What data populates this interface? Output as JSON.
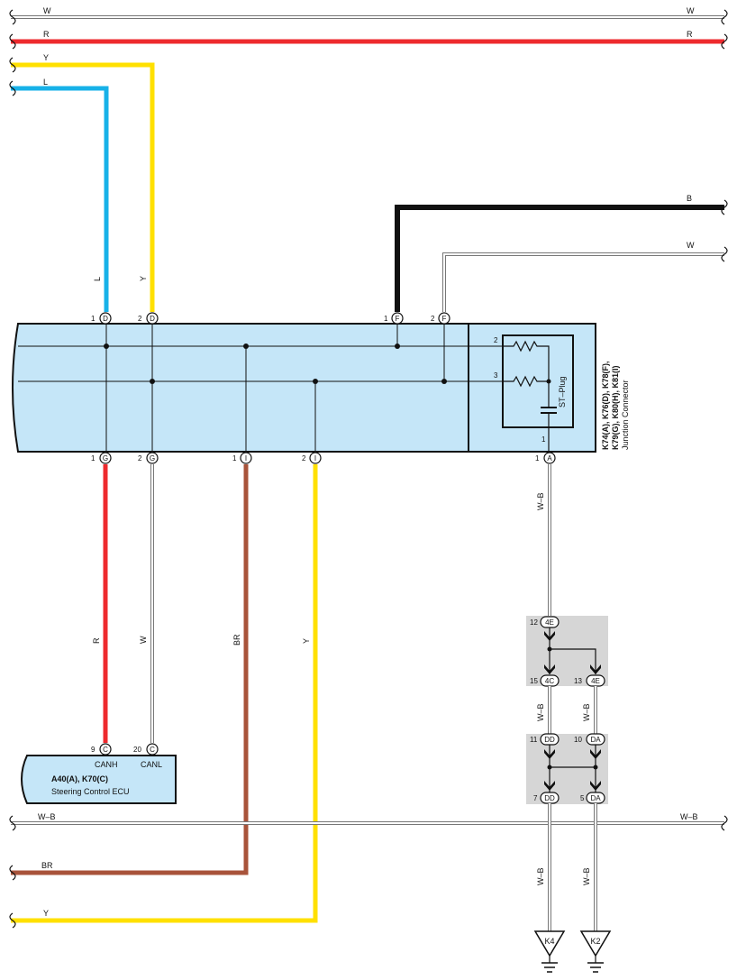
{
  "wires": {
    "top_w": "W",
    "top_r": "R",
    "top_y": "Y",
    "top_l": "L",
    "vert_l": "L",
    "vert_y": "Y",
    "right_b": "B",
    "right_w": "W",
    "out_r": "R",
    "out_w": "W",
    "out_br": "BR",
    "out_y": "Y",
    "ground_wb": "W–B",
    "branch_wb_left": "W–B",
    "branch_wb_right": "W–B",
    "drop_wb_left": "W–B",
    "drop_wb_right": "W–B",
    "bus_wb": "W–B",
    "bottom_br": "BR",
    "bottom_y": "Y"
  },
  "junction_connector": {
    "codes": "K74(A), K76(D), K78(F),",
    "codes2": "K79(G), K80(H), K81(I)",
    "name": "Junction Connector",
    "st_plug": "ST–Plug",
    "pins": {
      "d1": {
        "num": "1",
        "letter": "D"
      },
      "d2": {
        "num": "2",
        "letter": "D"
      },
      "f1": {
        "num": "1",
        "letter": "F"
      },
      "f2": {
        "num": "2",
        "letter": "F"
      },
      "g1": {
        "num": "1",
        "letter": "G"
      },
      "g2": {
        "num": "2",
        "letter": "G"
      },
      "i1": {
        "num": "1",
        "letter": "I"
      },
      "i2": {
        "num": "2",
        "letter": "I"
      },
      "a1": {
        "num": "1",
        "letter": "A"
      }
    },
    "plug_pins": {
      "p2": "2",
      "p3": "3",
      "p1": "1"
    }
  },
  "steering_ecu": {
    "codes": "A40(A), K70(C)",
    "name": "Steering Control ECU",
    "pin_canh": {
      "num": "9",
      "letter": "C",
      "label": "CANH"
    },
    "pin_canl": {
      "num": "20",
      "letter": "C",
      "label": "CANL"
    }
  },
  "splice_1": {
    "top": {
      "num": "12",
      "letter": "4E"
    },
    "left": {
      "num": "15",
      "letter": "4C"
    },
    "right": {
      "num": "13",
      "letter": "4E"
    }
  },
  "splice_2": {
    "top_left": {
      "num": "11",
      "letter": "DD"
    },
    "top_right": {
      "num": "10",
      "letter": "DA"
    },
    "bottom_left": {
      "num": "7",
      "letter": "DD"
    },
    "bottom_right": {
      "num": "5",
      "letter": "DA"
    }
  },
  "grounds": {
    "left": "K4",
    "right": "K2"
  },
  "colors": {
    "red": "#ee2a2e",
    "yellow": "#ffe000",
    "blue": "#17b1e8",
    "brown": "#a8533a",
    "black": "#111111",
    "box_fill": "#c5e6f8",
    "splice_fill": "#d6d6d6"
  }
}
